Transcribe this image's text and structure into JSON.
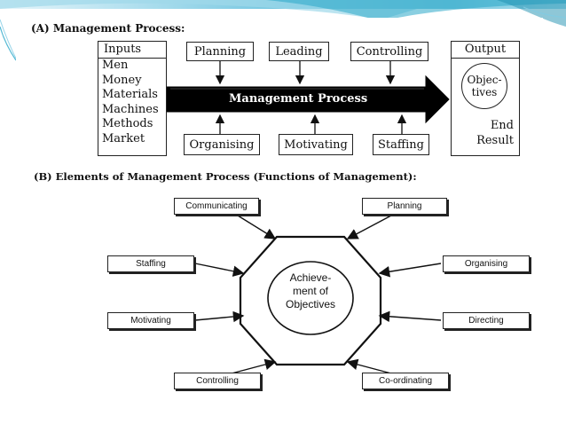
{
  "section_a": {
    "heading": "(A)    Management Process:",
    "inputs": {
      "title": "Inputs",
      "items": [
        "Men",
        "Money",
        "Materials",
        "Machines",
        "Methods",
        "Market"
      ]
    },
    "top_functions": [
      "Planning",
      "Leading",
      "Controlling"
    ],
    "bottom_functions": [
      "Organising",
      "Motivating",
      "Staffing"
    ],
    "process_label": "Management Process",
    "output": {
      "title": "Output",
      "circle_lines": [
        "Objec-",
        "tives"
      ],
      "result_lines": [
        "End",
        "Result"
      ]
    }
  },
  "section_b": {
    "heading": "(B) Elements of Management Process (Functions of Management):",
    "center_lines": [
      "Achieve-",
      "ment of",
      "Objectives"
    ],
    "elements": {
      "communicating": "Communicating",
      "planning": "Planning",
      "staffing": "Staffing",
      "organising": "Organising",
      "motivating": "Motivating",
      "directing": "Directing",
      "controlling": "Controlling",
      "coordinating": "Co-ordinating"
    }
  },
  "colors": {
    "background": "#ffffff",
    "accent_teal": "#2aa7c9",
    "accent_light": "#bfe6f2",
    "ink": "#111111",
    "process_arrow": "#000000"
  }
}
